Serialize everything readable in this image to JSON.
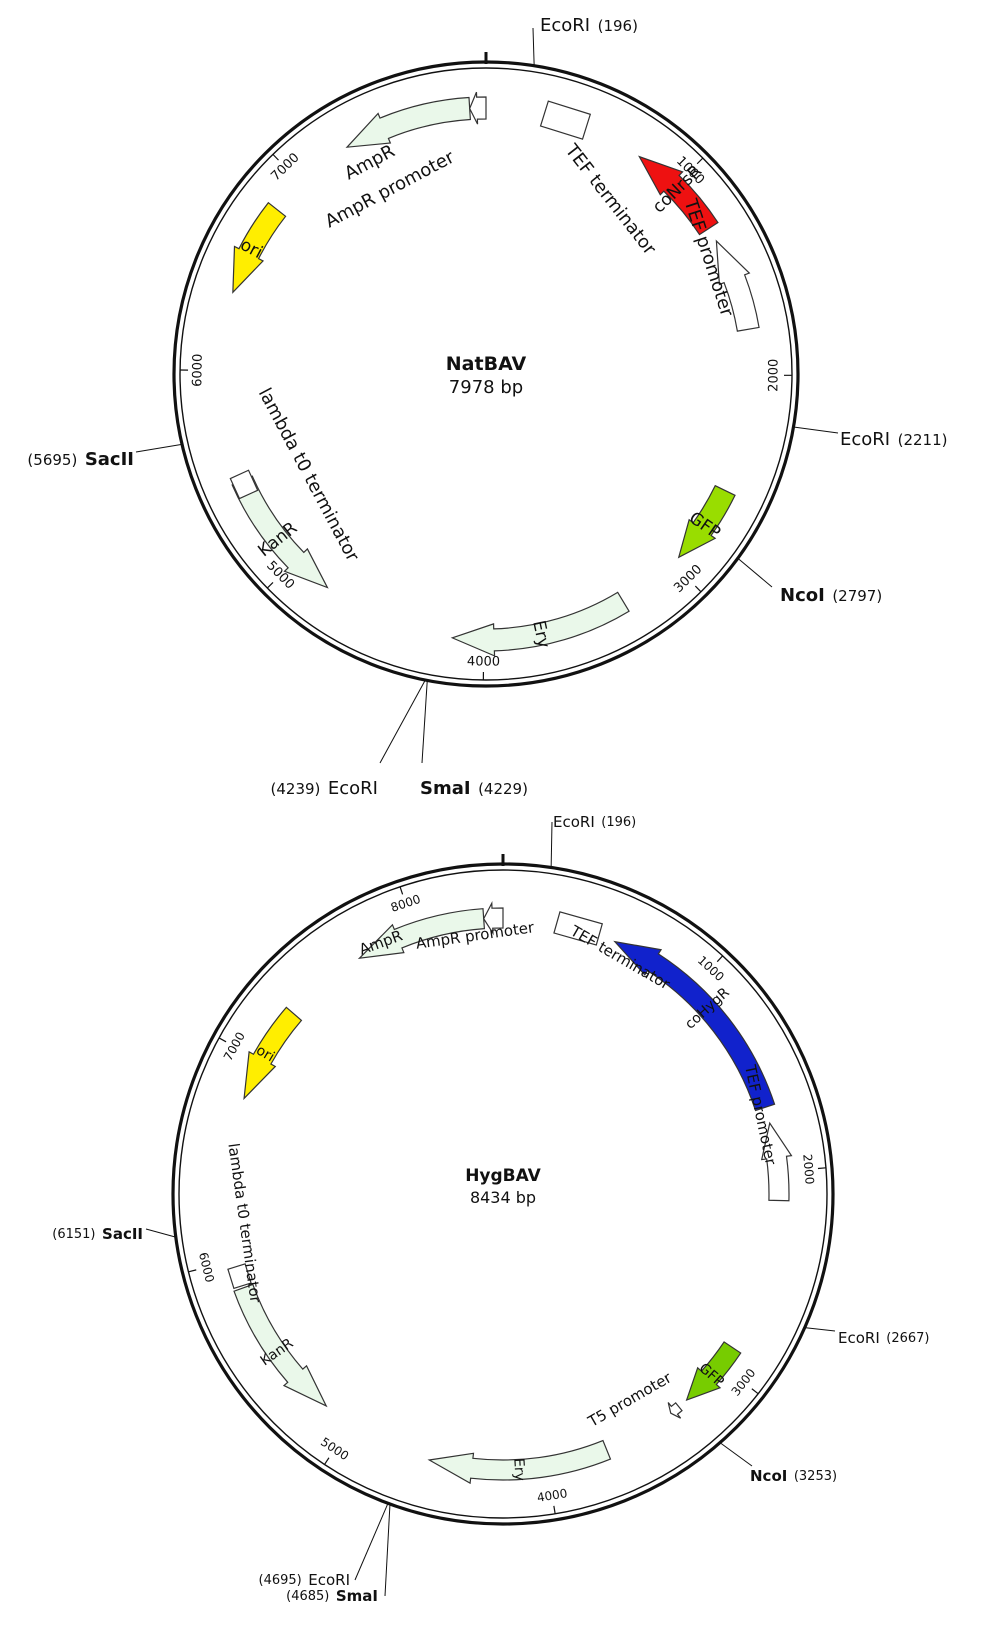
{
  "maps": [
    {
      "name": "NatBAV",
      "size_label": "7978 bp",
      "total_bp": 7978,
      "ticks": [
        {
          "bp": 1000,
          "label": "1000"
        },
        {
          "bp": 2000,
          "label": "2000"
        },
        {
          "bp": 3000,
          "label": "3000"
        },
        {
          "bp": 4000,
          "label": "4000"
        },
        {
          "bp": 5000,
          "label": "5000"
        },
        {
          "bp": 6000,
          "label": "6000"
        },
        {
          "bp": 7000,
          "label": "7000"
        }
      ],
      "features": [
        {
          "label": "coNrsR",
          "color": "#ee1111",
          "text_color": "#ffffff",
          "direction": "reverse",
          "type": "arrow"
        },
        {
          "label": "TEF promoter",
          "color": "#ffffff",
          "direction": "reverse",
          "type": "arrow"
        },
        {
          "label": "TEF terminator",
          "color": "#ffffff",
          "type": "box"
        },
        {
          "label": "GFP",
          "color": "#99dd00",
          "text_color": "#111111",
          "direction": "forward",
          "type": "arrow"
        },
        {
          "label": "Ery",
          "color": "#eaf8ea",
          "direction": "forward",
          "type": "arrow"
        },
        {
          "label": "KanR",
          "color": "#eaf8ea",
          "direction": "reverse",
          "type": "arrow"
        },
        {
          "label": "lambda t0 terminator",
          "color": "#ffffff",
          "type": "box"
        },
        {
          "label": "ori",
          "color": "#ffee00",
          "direction": "reverse",
          "type": "arrow"
        },
        {
          "label": "AmpR",
          "color": "#eaf8ea",
          "direction": "reverse",
          "type": "arrow"
        },
        {
          "label": "AmpR promoter",
          "color": "#ffffff",
          "direction": "reverse",
          "type": "arrow"
        }
      ],
      "sites": [
        {
          "name": "EcoRI",
          "position": "(196)",
          "bold": false
        },
        {
          "name": "EcoRI",
          "position": "(2211)",
          "bold": false
        },
        {
          "name": "NcoI",
          "position": "(2797)",
          "bold": true
        },
        {
          "name": "SmaI",
          "position": "(4229)",
          "bold": true
        },
        {
          "name": "EcoRI",
          "position": "(4239)",
          "bold": false
        },
        {
          "name": "SacII",
          "position": "(5695)",
          "bold": true
        }
      ]
    },
    {
      "name": "HygBAV",
      "size_label": "8434 bp",
      "total_bp": 8434,
      "ticks": [
        {
          "bp": 1000,
          "label": "1000"
        },
        {
          "bp": 2000,
          "label": "2000"
        },
        {
          "bp": 3000,
          "label": "3000"
        },
        {
          "bp": 4000,
          "label": "4000"
        },
        {
          "bp": 5000,
          "label": "5000"
        },
        {
          "bp": 6000,
          "label": "6000"
        },
        {
          "bp": 7000,
          "label": "7000"
        },
        {
          "bp": 8000,
          "label": "8000"
        }
      ],
      "features": [
        {
          "label": "coHygR",
          "color": "#1122cc",
          "text_color": "#ffffff",
          "direction": "reverse",
          "type": "arrow"
        },
        {
          "label": "TEF promoter",
          "color": "#ffffff",
          "direction": "reverse",
          "type": "arrow"
        },
        {
          "label": "TEF terminator",
          "color": "#ffffff",
          "type": "box"
        },
        {
          "label": "GFP",
          "color": "#77cc00",
          "text_color": "#ffffff",
          "direction": "forward",
          "type": "arrow"
        },
        {
          "label": "T5 promoter",
          "color": "#ffffff",
          "direction": "forward",
          "type": "arrow"
        },
        {
          "label": "Ery",
          "color": "#eaf8ea",
          "direction": "forward",
          "type": "arrow"
        },
        {
          "label": "KanR",
          "color": "#eaf8ea",
          "direction": "reverse",
          "type": "arrow"
        },
        {
          "label": "lambda t0 terminator",
          "color": "#ffffff",
          "type": "box"
        },
        {
          "label": "ori",
          "color": "#ffee00",
          "direction": "reverse",
          "type": "arrow"
        },
        {
          "label": "AmpR",
          "color": "#eaf8ea",
          "direction": "reverse",
          "type": "arrow"
        },
        {
          "label": "AmpR promoter",
          "color": "#ffffff",
          "direction": "reverse",
          "type": "arrow"
        }
      ],
      "sites": [
        {
          "name": "EcoRI",
          "position": "(196)",
          "bold": false
        },
        {
          "name": "EcoRI",
          "position": "(2667)",
          "bold": false
        },
        {
          "name": "NcoI",
          "position": "(3253)",
          "bold": true
        },
        {
          "name": "EcoRI",
          "position": "(4695)",
          "bold": false
        },
        {
          "name": "SmaI",
          "position": "(4685)",
          "bold": true
        },
        {
          "name": "SacII",
          "position": "(6151)",
          "bold": true
        }
      ]
    }
  ]
}
